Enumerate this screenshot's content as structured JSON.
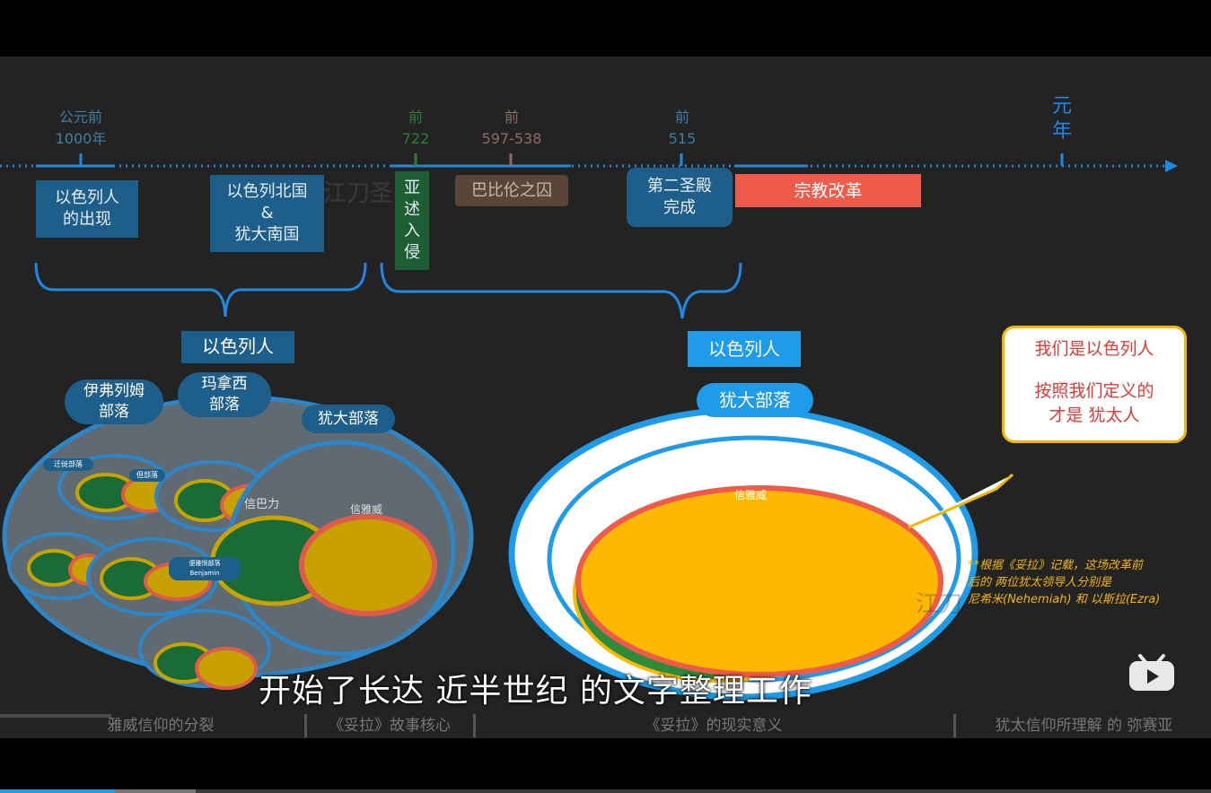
{
  "timeline": {
    "labels": [
      {
        "key": "t1000",
        "text": "公元前\n1000年"
      },
      {
        "key": "t722",
        "text": "前\n722"
      },
      {
        "key": "t597",
        "text": "前\n597-538"
      },
      {
        "key": "t515",
        "text": "前\n515"
      },
      {
        "key": "t0",
        "text": "元\n年"
      }
    ],
    "events": {
      "israel_emerge": "以色列人\n的出现",
      "north_south": "以色列北国\n&\n犹大南国",
      "assyria": "亚\n述\n入\n侵",
      "babylon": "巴比伦之囚",
      "second_temple": "第二圣殿\n完成",
      "reform": "宗教改革"
    },
    "watermark": "江刀圣"
  },
  "left_diagram": {
    "title": "以色列人",
    "tribes": {
      "ephraim": "伊弗列姆\n部落",
      "manasseh": "玛拿西\n部落",
      "judah": "犹大部落",
      "small1": "迁徙部落",
      "small2": "但部落",
      "benjamin": "便雅悯部落\nBenjamin"
    },
    "faith_baal": "信巴力",
    "faith_yahweh": "信雅威"
  },
  "right_diagram": {
    "title": "以色列人",
    "tribe": "犹大部落",
    "faith_yahweh": "信雅威",
    "watermark": "江刀"
  },
  "callout": {
    "line1": "我们是以色列人",
    "line2": "按照我们定义的",
    "line3": "才是 犹太人"
  },
  "footnote": {
    "line1": "**根据《妥拉》记载，这场改革前",
    "line2": "后的 两位犹太领导人分别是",
    "line3": "尼希米(Nehemiah) 和 以斯拉(Ezra)"
  },
  "subtitle": "开始了长达 近半世纪 的文字整理工作",
  "chapters": [
    "雅威信仰的分裂",
    "《妥拉》故事核心",
    "《妥拉》的现实意义",
    "犹太信仰所理解 的 弥赛亚"
  ],
  "player": {
    "logo_icon": "bilibili-tv-icon"
  },
  "colors": {
    "timeline_blue": "#1e88e5",
    "reform_red": "#f05a4a",
    "yahweh_yellow": "#ffb800",
    "baal_green": "#1a6b35",
    "callout_border": "#f5b800"
  }
}
